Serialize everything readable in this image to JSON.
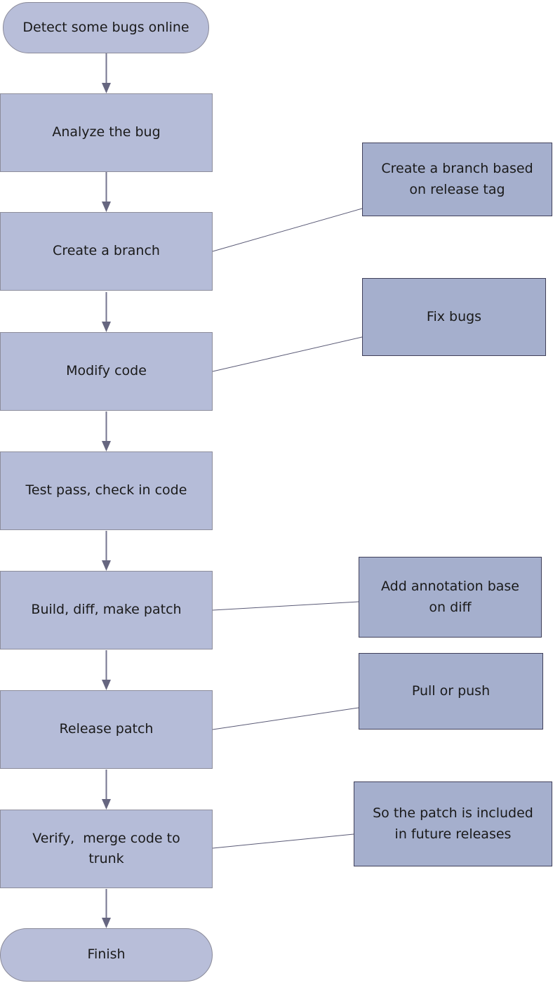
{
  "diagram": {
    "type": "flowchart",
    "description": "Bug fixing and patch release workflow",
    "colors": {
      "background": "#ffffff",
      "process_fill": "#b5bcd8",
      "process_border": "#8d8d9b",
      "note_fill": "#a5afcd",
      "note_border": "#40405a",
      "arrow": "#75758f",
      "text": "#1a1a1a"
    },
    "nodes": [
      {
        "id": "start",
        "shape": "terminator",
        "label": "Detect some bugs online"
      },
      {
        "id": "analyze",
        "shape": "process",
        "label": "Analyze the bug"
      },
      {
        "id": "branch",
        "shape": "process",
        "label": "Create a branch"
      },
      {
        "id": "modify",
        "shape": "process",
        "label": "Modify code"
      },
      {
        "id": "test",
        "shape": "process",
        "label": "Test pass, check in code"
      },
      {
        "id": "build",
        "shape": "process",
        "label": "Build, diff, make patch"
      },
      {
        "id": "release",
        "shape": "process",
        "label": "Release patch"
      },
      {
        "id": "verify",
        "shape": "process",
        "label": "Verify,  merge code to\ntrunk"
      },
      {
        "id": "finish",
        "shape": "terminator",
        "label": "Finish"
      }
    ],
    "notes": [
      {
        "attached_to": "branch",
        "label": "Create a branch based\non release tag"
      },
      {
        "attached_to": "modify",
        "label": "Fix bugs"
      },
      {
        "attached_to": "build",
        "label": "Add annotation base\non diff"
      },
      {
        "attached_to": "release",
        "label": "Pull or push"
      },
      {
        "attached_to": "verify",
        "label": "So the patch is included\nin future releases"
      }
    ],
    "edges": [
      "start->analyze",
      "analyze->branch",
      "branch->modify",
      "modify->test",
      "test->build",
      "build->release",
      "release->verify",
      "verify->finish"
    ]
  }
}
